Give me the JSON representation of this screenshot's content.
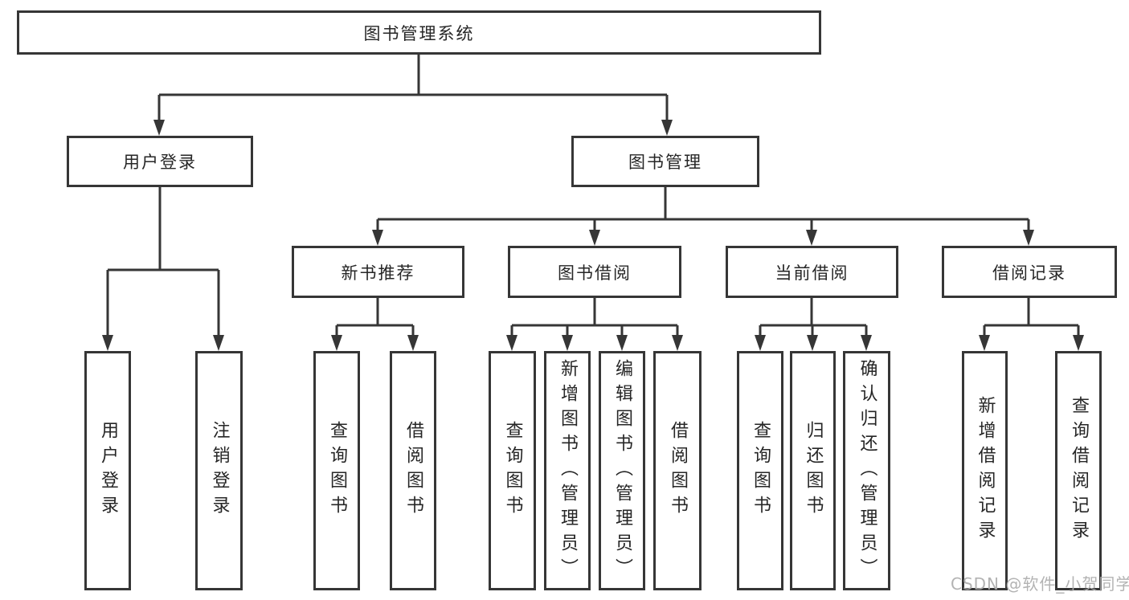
{
  "diagram": {
    "root": {
      "label": "图书管理系统"
    },
    "level2": [
      {
        "label": "用户登录"
      },
      {
        "label": "图书管理"
      }
    ],
    "level3": [
      {
        "label": "新书推荐"
      },
      {
        "label": "图书借阅"
      },
      {
        "label": "当前借阅"
      },
      {
        "label": "借阅记录"
      }
    ],
    "leaves": {
      "login": [
        "用户登录",
        "注销登录"
      ],
      "recommend": [
        "查询图书",
        "借阅图书"
      ],
      "borrow": [
        "查询图书",
        "新增图书（管理员）",
        "编辑图书（管理员）",
        "借阅图书"
      ],
      "current": [
        "查询图书",
        "归还图书",
        "确认归还（管理员）"
      ],
      "records": [
        "新增借阅记录",
        "查询借阅记录"
      ]
    },
    "colors": {
      "line": "#363636",
      "text": "#262626",
      "background": "#ffffff",
      "watermark": "#acacac"
    }
  },
  "watermark": {
    "text": "CSDN @软件_小贺同学"
  }
}
